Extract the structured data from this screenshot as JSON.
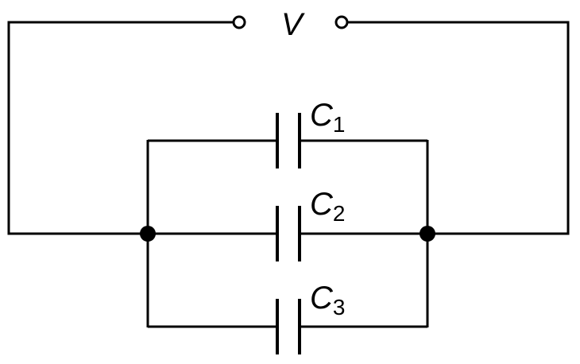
{
  "source_label": {
    "symbol": "V"
  },
  "capacitors": [
    {
      "symbol": "C",
      "subscript": "1"
    },
    {
      "symbol": "C",
      "subscript": "2"
    },
    {
      "symbol": "C",
      "subscript": "3"
    }
  ]
}
